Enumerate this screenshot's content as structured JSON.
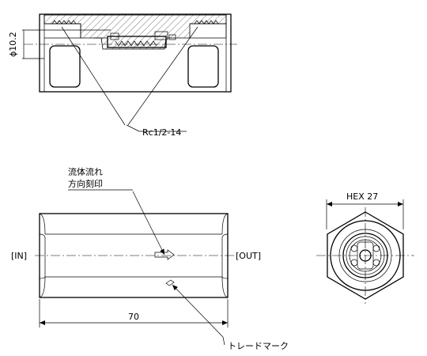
{
  "section_view": {
    "diameter_label": "ϕ10.2",
    "thread_label": "Rc1/2-14"
  },
  "side_view": {
    "flow_note_line1": "流体流れ",
    "flow_note_line2": "方向刻印",
    "inlet_label": "[IN]",
    "outlet_label": "[OUT]",
    "length_label": "70",
    "trademark_label": "トレードマーク"
  },
  "end_view": {
    "hex_label": "HEX 27"
  }
}
